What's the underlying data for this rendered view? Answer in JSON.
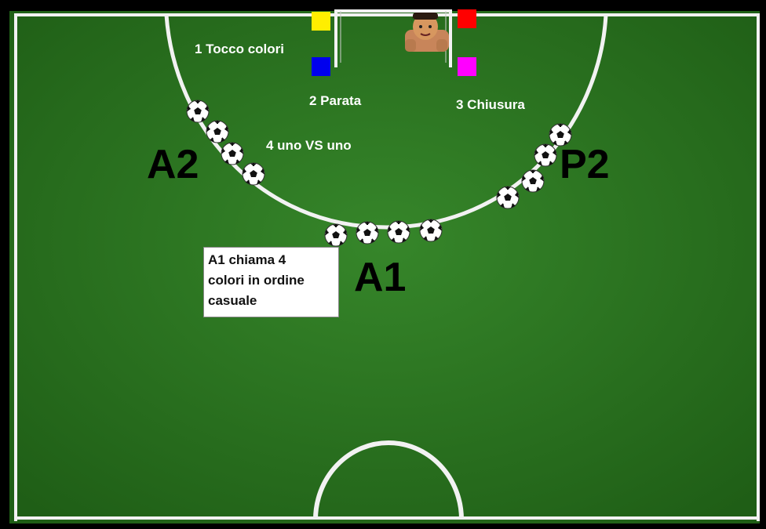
{
  "labels": {
    "tocco": "1 Tocco colori",
    "parata": "2 Parata",
    "chiusura": "3 Chiusura",
    "unovsuno": "4 uno VS uno"
  },
  "players": {
    "a1": "A1",
    "a2": "A2",
    "p2": "P2"
  },
  "note": {
    "line1": "A1 chiama 4",
    "line2": "colori in ordine",
    "line3": "casuale"
  },
  "colors": {
    "field": "#2f7a1f",
    "line": "#f2f2f2",
    "cone_yellow": "#ffee00",
    "cone_red": "#ff0000",
    "cone_blue": "#0000ee",
    "cone_magenta": "#ff00ff"
  }
}
